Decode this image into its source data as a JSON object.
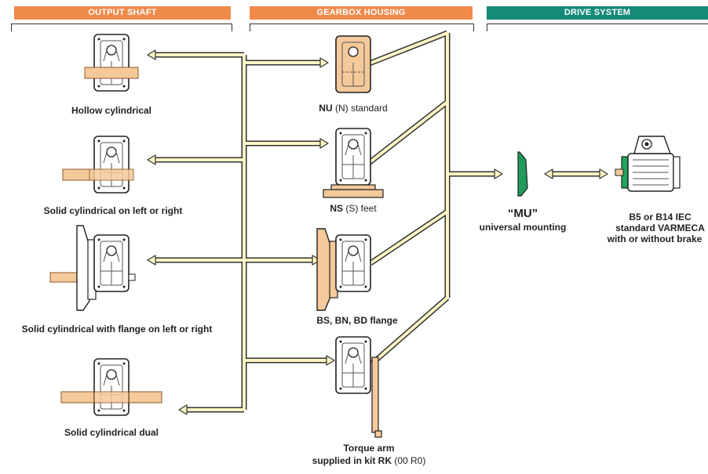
{
  "headers": {
    "output_shaft": "OUTPUT SHAFT",
    "gearbox_housing": "GEARBOX HOUSING",
    "drive_system": "DRIVE SYSTEM"
  },
  "output_shaft": {
    "hollow": "Hollow cylindrical",
    "solid_lr": "Solid cylindrical on left or right",
    "solid_flange": "Solid cylindrical with flange on left or right",
    "solid_dual": "Solid cylindrical dual"
  },
  "housing": {
    "nu_bold": "NU",
    "nu_rest": "(N) standard",
    "ns_bold": "NS",
    "ns_rest": "(S) feet",
    "flange": "BS, BN, BD flange",
    "torque_line1": "Torque arm",
    "torque_line2_bold": "supplied in kit RK",
    "torque_line2_rest": "(00 R0)"
  },
  "drive": {
    "mu_title": "“MU”",
    "mu_sub": "universal mounting",
    "motor_line1": "B5 or B14 IEC",
    "motor_line2": "standard VARMECA",
    "motor_line3": "with or without brake"
  },
  "colors": {
    "orange_header": "#f08a4b",
    "teal_header": "#168a78",
    "connector_fill": "#fdf5c4",
    "housing_highlight": "#f6c99a",
    "mu_green": "#1e9a5a",
    "motor_green": "#1ea55a"
  }
}
